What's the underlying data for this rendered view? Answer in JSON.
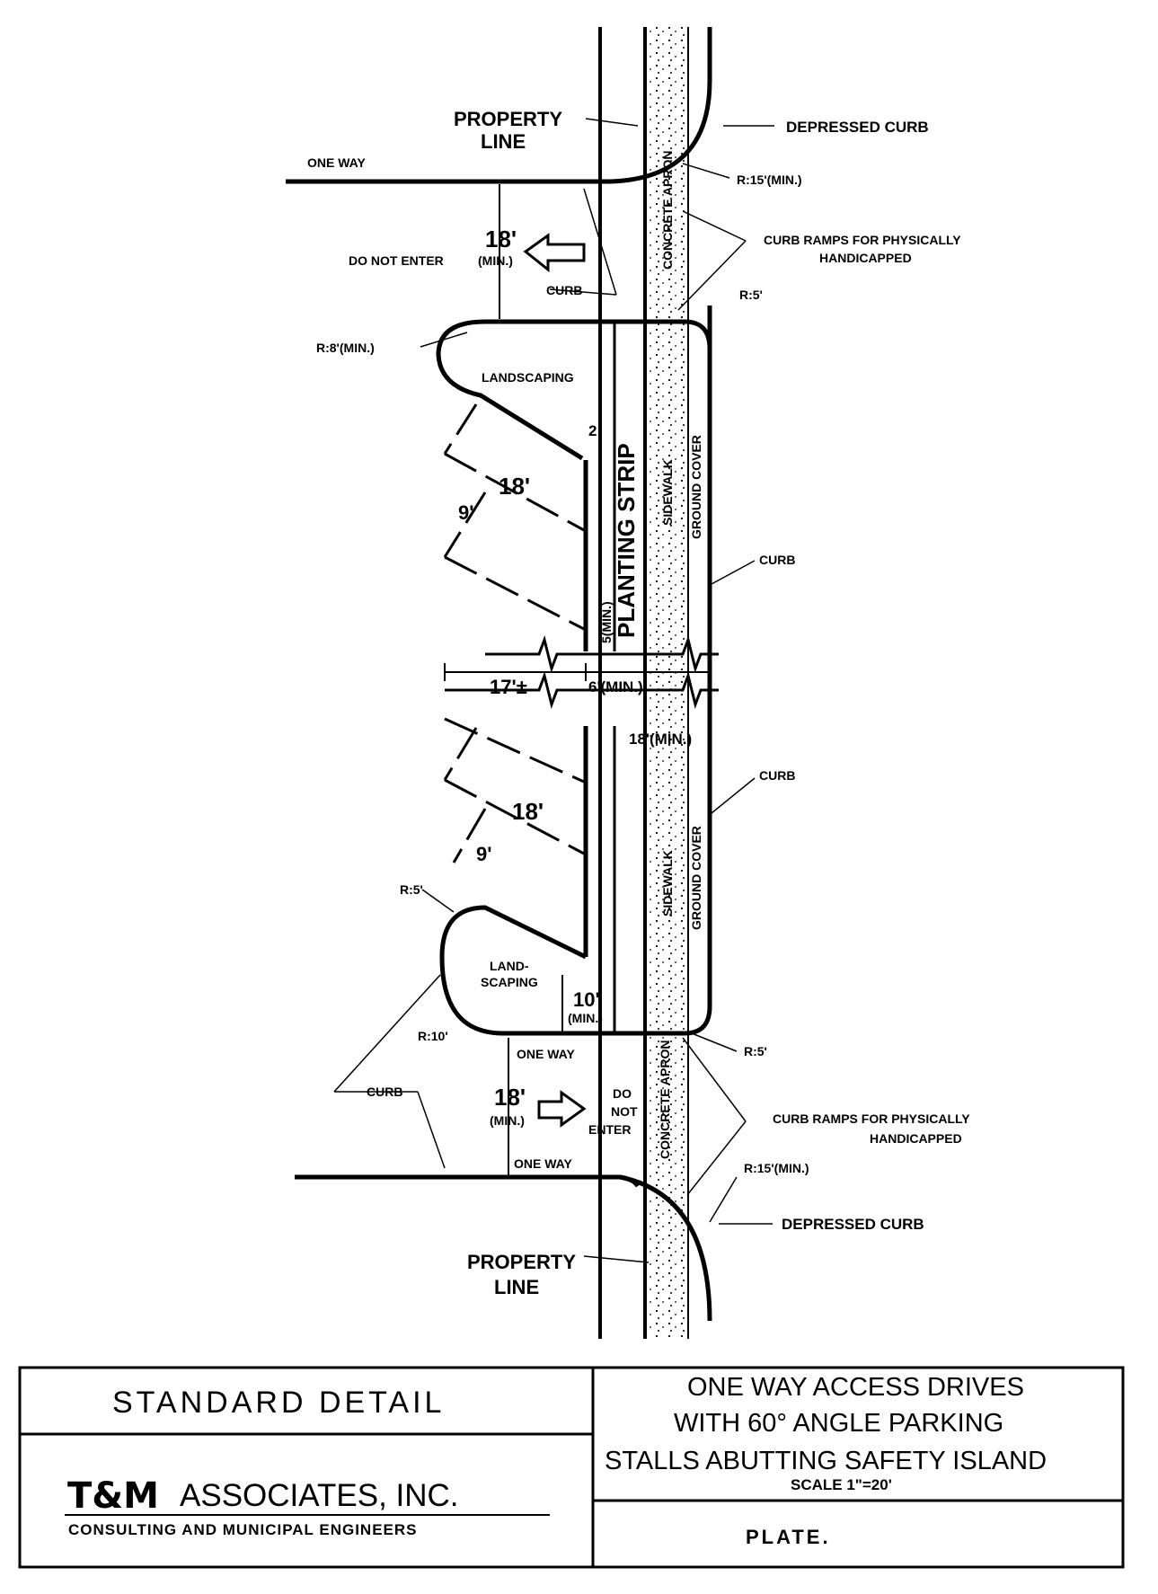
{
  "labels": {
    "property_line_top": [
      "PROPERTY",
      "LINE"
    ],
    "depressed_curb_top": "DEPRESSED CURB",
    "one_way_top": "ONE WAY",
    "radius_15_top": "R:15'(MIN.)",
    "concrete_apron_top": "CONCRETE APRON",
    "curb_ramps_top": [
      "CURB RAMPS FOR PHYSICALLY",
      "HANDICAPPED"
    ],
    "dim_18_top": "18'",
    "dim_min_top": "(MIN.)",
    "do_not_enter_top": "DO NOT ENTER",
    "curb_top": "CURB",
    "radius_5_top": "R:5'",
    "radius_8_top": "R:8'(MIN.)",
    "landscaping_top": "LANDSCAPING",
    "planting_strip": "PLANTING STRIP",
    "dim_2": "2",
    "sidewalk_top": "SIDEWALK",
    "ground_cover_top": "GROUND COVER",
    "dim_18_stall_top": "18'",
    "dim_9_stall_top": "9'",
    "dim_5_min": "5(MIN.)",
    "curb_right_top": "CURB",
    "dim_17": "17'±",
    "dim_6_min": "6'(MIN.)",
    "dim_18_min_strip": "18'(MIN.)",
    "curb_right_bottom": "CURB",
    "dim_18_stall_bottom": "18'",
    "dim_9_stall_bottom": "9'",
    "sidewalk_bottom": "SIDEWALK",
    "ground_cover_bottom": "GROUND COVER",
    "radius_5_bottom": "R:5'",
    "landscaping_bottom": [
      "LAND-",
      "SCAPING"
    ],
    "dim_10": "10'",
    "dim_10_min": "(MIN.)",
    "radius_10": "R:10'",
    "one_way_mid": "ONE WAY",
    "radius_5_bottom_right": "R:5'",
    "curb_bottom_left": "CURB",
    "dim_18_bottom": "18'",
    "dim_min_bottom": "(MIN.)",
    "do_not_enter_bottom": [
      "DO",
      "NOT",
      "ENTER"
    ],
    "concrete_apron_bottom": "CONCRETE APRON",
    "curb_ramps_bottom": [
      "CURB RAMPS FOR PHYSICALLY",
      "HANDICAPPED"
    ],
    "one_way_bottom": "ONE WAY",
    "radius_15_bottom": "R:15'(MIN.)",
    "depressed_curb_bottom": "DEPRESSED CURB",
    "property_line_bottom": [
      "PROPERTY",
      "LINE"
    ]
  },
  "title_block": {
    "standard_detail": "STANDARD DETAIL",
    "title_lines": [
      "ONE WAY ACCESS DRIVES",
      "WITH 60° ANGLE PARKING",
      "STALLS ABUTTING SAFETY ISLAND"
    ],
    "scale": "SCALE 1\"=20'",
    "firm_logo": "T&M",
    "firm_name": "ASSOCIATES, INC.",
    "firm_subtitle": "CONSULTING AND MUNICIPAL ENGINEERS",
    "plate_label": "PLATE."
  }
}
